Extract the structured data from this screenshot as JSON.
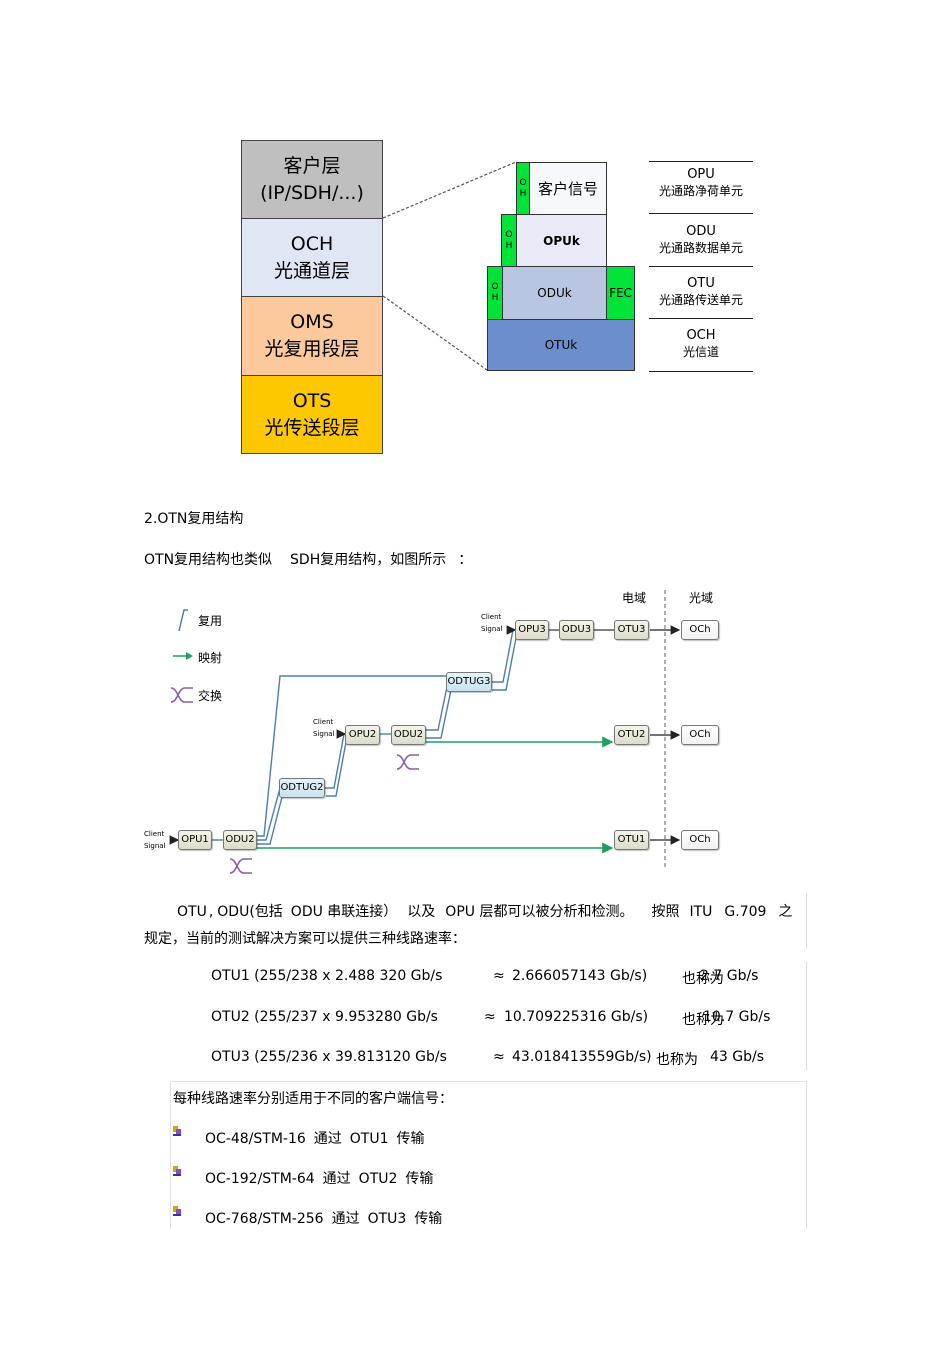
{
  "layer_stack": {
    "client": {
      "line1": "客户层",
      "line2": "(IP/SDH/...)",
      "color": "#bfbfbf"
    },
    "och": {
      "line1": "OCH",
      "line2": "光通道层",
      "color": "#dfe7f5"
    },
    "oms": {
      "line1": "OMS",
      "line2": "光复用段层",
      "color": "#fbc99c"
    },
    "ots": {
      "line1": "OTS",
      "line2": "光传送段层",
      "color": "#fdc800"
    }
  },
  "frame": {
    "oh_letters": [
      "O",
      "H"
    ],
    "client_signal": "客户信号",
    "opuk": "OPUk",
    "oduk": "ODUk",
    "fec": "FEC",
    "otuk": "OTUk",
    "colors": {
      "green": "#00e43a",
      "opuk": "#e8ebf7",
      "oduk": "#b9c6e2",
      "otuk": "#6b8fcc"
    }
  },
  "frame_legend": [
    {
      "abbr": "OPU",
      "name": "光通路净荷单元"
    },
    {
      "abbr": "ODU",
      "name": "光通路数据单元"
    },
    {
      "abbr": "OTU",
      "name": "光通路传送单元"
    },
    {
      "abbr": "OCH",
      "name": "光信道"
    }
  ],
  "section_heading": "2.OTN复用结构",
  "intro": {
    "part1": "OTN复用结构也类似",
    "part2": "SDH复用结构，如图所示",
    "part3": "："
  },
  "mux_diagram": {
    "domain_electrical": "电域",
    "domain_optical": "光域",
    "legend": {
      "multiplex": "复用",
      "mapping": "映射",
      "cross_connect": "交换"
    },
    "client_signal": [
      "Client",
      "Signal"
    ],
    "nodes": {
      "opu1": "OPU1",
      "odu2_bottom": "ODU2",
      "odtug2": "ODTUG2",
      "opu2": "OPU2",
      "odu2_mid": "ODU2",
      "odtug3": "ODTUG3",
      "opu3": "OPU3",
      "odu3": "ODU3",
      "otu3": "OTU3",
      "otu2": "OTU2",
      "otu1": "OTU1",
      "och1": "OCh",
      "och2": "OCh",
      "och3": "OCh"
    },
    "colors": {
      "multiplex_line": "#4a7fb0",
      "mapping_line": "#1fa060",
      "cross_connect": "#8a5fb5"
    }
  },
  "paragraph1": {
    "line1": [
      "OTU",
      "ODU(包括",
      "ODU 串联连接）",
      "以及",
      "OPU 层都可以被分析和检测。",
      "按照",
      "ITU",
      "G.709",
      "之"
    ],
    "line2": "规定，当前的测试解决方案可以提供三种线路速率："
  },
  "rates": [
    {
      "formula": "OTU1 (255/238 x 2.488 320 Gb/s",
      "approx": "≈",
      "value": "2.666057143 Gb/s)",
      "alias_label": "也称为",
      "alias_value": "2.7 Gb/s"
    },
    {
      "formula": "OTU2 (255/237 x 9.953280 Gb/s",
      "approx": "≈",
      "value": "10.709225316 Gb/s)",
      "alias_label": "也称为",
      "alias_value": "10.7 Gb/s"
    },
    {
      "formula": "OTU3 (255/236 x 39.813120 Gb/s",
      "approx": "≈",
      "value": "43.018413559Gb/s)",
      "alias_label": "也称为",
      "alias_value": "43 Gb/s"
    }
  ],
  "client_intro": "每种线路速率分别适用于不同的客户端信号：",
  "client_list": [
    {
      "signal": "OC-48/STM-16",
      "via": "通过",
      "otu": "OTU1",
      "action": "传输"
    },
    {
      "signal": "OC-192/STM-64",
      "via": "通过",
      "otu": "OTU2",
      "action": "传输"
    },
    {
      "signal": "OC-768/STM-256",
      "via": "通过",
      "otu": "OTU3",
      "action": "传输"
    }
  ]
}
